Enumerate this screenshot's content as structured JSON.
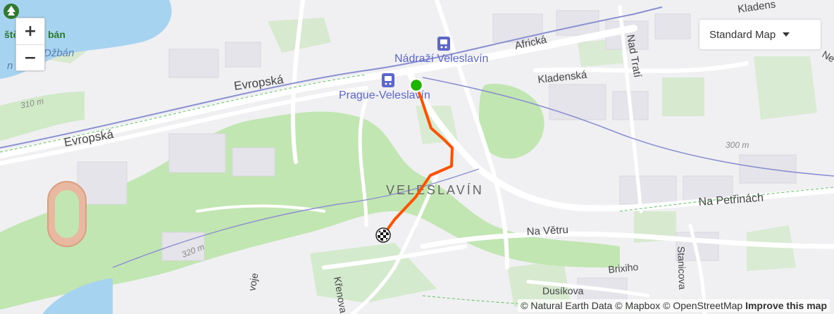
{
  "map": {
    "labels": {
      "stop_fragment": "štěp",
      "dzban_fragment": "bán",
      "dzban": "Džbán",
      "evropska_top": "Evropská",
      "evropska_left": "Evropská",
      "afficka": "Africká",
      "kladenska_top": "Kladens",
      "kladenska": "Kladenská",
      "nad_trati": "Nad Tratí",
      "nadrazi": "Nádraží Veleslavín",
      "prague": "Prague-Veleslavín",
      "veleslavin": "VELESLAVÍN",
      "na_petrinach": "Na Petřinách",
      "na_vetru": "Na Větru",
      "brixiho": "Brixiho",
      "staniceova": "Stanicova",
      "dusikova": "Dusíkova",
      "krenova": "Křenova",
      "vojo": "voje",
      "elev_310": "310 m",
      "elev_320": "320 m",
      "elev_300": "300 m",
      "n_fragment": "n",
      "ne_fragment": "Ne"
    },
    "colors": {
      "route": "#fc5200",
      "start": "#1db400",
      "water": "#a6d3f0",
      "park": "#b9e4a8",
      "land": "#f2f2f4"
    },
    "icons": {
      "start_marker": "green-circle",
      "finish_marker": "checkered-flag",
      "train_station": "train-icon",
      "park_poi": "tree-icon"
    }
  },
  "controls": {
    "zoom_in": "+",
    "zoom_out": "−",
    "map_style": "Standard Map"
  },
  "attribution": {
    "natural_earth": "© Natural Earth Data",
    "mapbox": "© Mapbox",
    "osm": "© OpenStreetMap",
    "improve": "Improve this map"
  }
}
